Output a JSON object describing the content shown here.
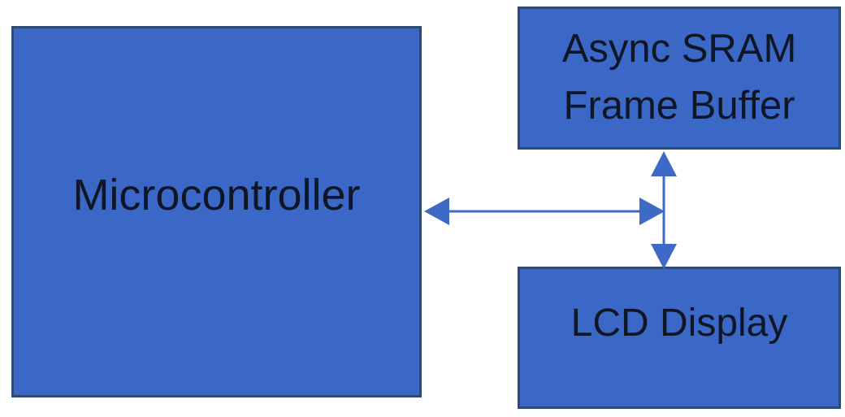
{
  "diagram": {
    "type": "block-diagram",
    "background_color": "#ffffff",
    "box_fill_color": "#3b67c7",
    "box_border_color": "#2b4a78",
    "arrow_color": "#3e6ac6",
    "text_color": "#0f1626",
    "boxes": [
      {
        "id": "microcontroller",
        "label": "Microcontroller"
      },
      {
        "id": "async-sram-frame-buffer",
        "label": "Async SRAM Frame Buffer",
        "lines": [
          "Async SRAM",
          "Frame Buffer"
        ]
      },
      {
        "id": "lcd-display",
        "label": "LCD Display"
      }
    ],
    "connections": [
      {
        "from": "microcontroller",
        "to": "memory-bus",
        "style": "bidirectional-arrow",
        "orientation": "horizontal"
      },
      {
        "from": "async-sram-frame-buffer",
        "to": "lcd-display",
        "style": "bidirectional-arrow",
        "orientation": "vertical"
      }
    ]
  }
}
